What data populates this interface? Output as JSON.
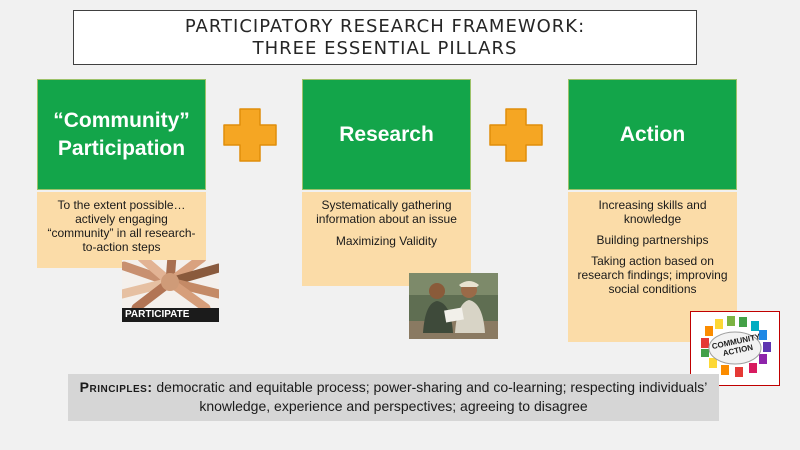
{
  "title": {
    "line1": "PARTICIPATORY RESEARCH FRAMEWORK:",
    "line2": "THREE ESSENTIAL PILLARS"
  },
  "pillars": [
    {
      "heading_lines": [
        "“Community”",
        "Participation"
      ],
      "details": [
        "To the extent possible… actively engaging “community” in all research-to-action steps"
      ]
    },
    {
      "heading_lines": [
        "Research"
      ],
      "details": [
        "Systematically gathering information about an issue",
        "Maximizing Validity"
      ]
    },
    {
      "heading_lines": [
        "Action"
      ],
      "details": [
        "Increasing skills and knowledge",
        "Building partnerships",
        "Taking action based on research findings; improving social conditions"
      ]
    }
  ],
  "images": {
    "participate_caption": "PARTICIPATE",
    "community_action_label": "COMMUNITY ACTION"
  },
  "principles": {
    "heading": "Principles:",
    "text": "democratic and equitable process; power-sharing and co-learning; respecting individuals’ knowledge, experience and perspectives; agreeing to disagree"
  },
  "colors": {
    "pillar_green": "#13a54a",
    "detail_tan": "#fbdca8",
    "plus_orange": "#f5a623",
    "principles_gray": "#d6d6d6"
  }
}
